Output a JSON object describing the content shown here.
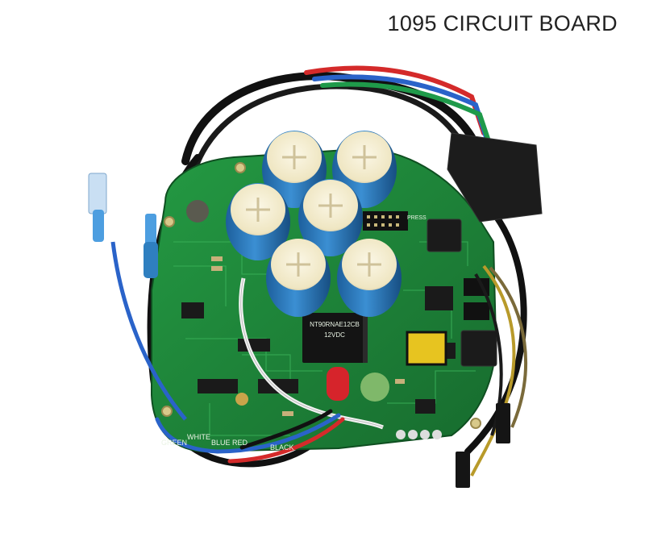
{
  "caption": "1095 CIRCUIT BOARD",
  "relay_label_1": "NT90RNAE12CB",
  "relay_label_2": "12VDC",
  "silk": {
    "press": "PRESS",
    "wire_labels": [
      "GREEN",
      "WHITE",
      "BLUE",
      "RED",
      "BLACK"
    ]
  },
  "colors": {
    "pcb": "#1f8a3a",
    "capacitor": "#2f7fc0",
    "relay": "#141414",
    "wire_red": "#d42a2a",
    "wire_blue": "#2a63c9",
    "wire_green": "#1f9a4a"
  }
}
